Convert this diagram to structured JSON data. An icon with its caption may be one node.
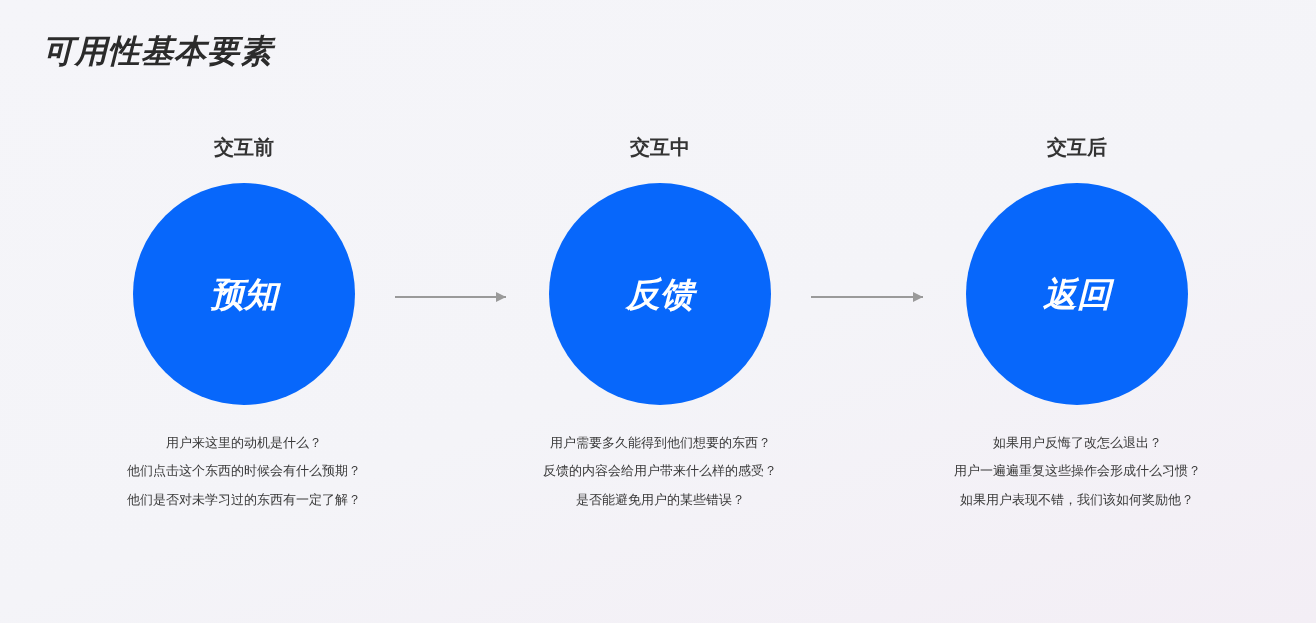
{
  "diagram": {
    "title": "可用性基本要素",
    "nodes": [
      {
        "text": [
          "交互前",
          "预知"
        ],
        "beside": [
          "用户来这里的动机是什么？",
          "他们点击这个东西的时候会有什么预期？",
          "他们是否对未学习过的东西有一定了解？"
        ]
      },
      {
        "text": [
          "交互中",
          "反馈"
        ],
        "beside": [
          "用户需要多久能得到他们想要的东西？",
          "反馈的内容会给用户带来什么样的感受？",
          "是否能避免用户的某些错误？"
        ]
      },
      {
        "text": [
          "交互后",
          "返回"
        ],
        "beside": [
          "如果用户反悔了改怎么退出？",
          "用户一遍遍重复这些操作会形成什么习惯？",
          "如果用户表现不错，我们该如何奖励他？"
        ]
      }
    ],
    "edges": [
      {
        "from": 0,
        "to": 1,
        "arrow": "to"
      },
      {
        "from": 1,
        "to": 2,
        "arrow": "to"
      }
    ]
  }
}
